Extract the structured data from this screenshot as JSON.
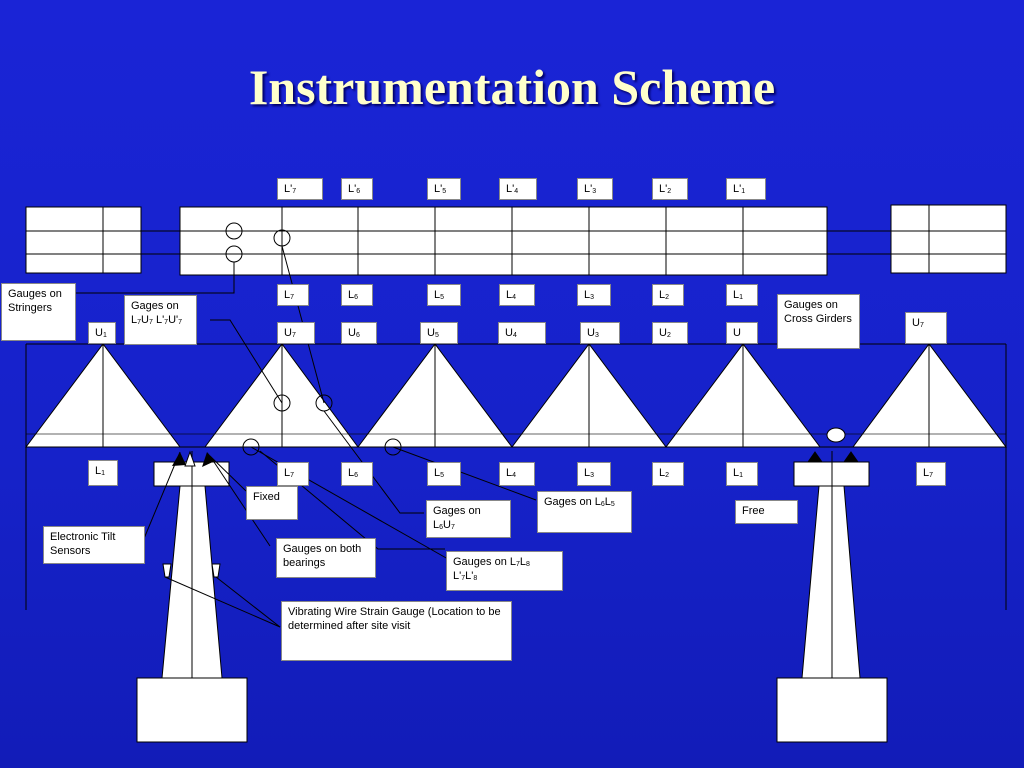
{
  "title": "Instrumentation Scheme",
  "labels": {
    "lp7": {
      "base": "L'",
      "sub": "7"
    },
    "lp6": {
      "base": "L'",
      "sub": "6"
    },
    "lp5": {
      "base": "L'",
      "sub": "5"
    },
    "lp4": {
      "base": "L'",
      "sub": "4"
    },
    "lp3": {
      "base": "L'",
      "sub": "3"
    },
    "lp2": {
      "base": "L'",
      "sub": "2"
    },
    "lp1": {
      "base": "L'",
      "sub": "1"
    },
    "l7": {
      "base": "L",
      "sub": "7"
    },
    "l6": {
      "base": "L",
      "sub": "6"
    },
    "l5": {
      "base": "L",
      "sub": "5"
    },
    "l4": {
      "base": "L",
      "sub": "4"
    },
    "l3": {
      "base": "L",
      "sub": "3"
    },
    "l2": {
      "base": "L",
      "sub": "2"
    },
    "l1": {
      "base": "L",
      "sub": "1"
    },
    "u1": {
      "base": "U",
      "sub": "1"
    },
    "u7": {
      "base": "U",
      "sub": "7"
    },
    "u6": {
      "base": "U",
      "sub": "6"
    },
    "u5": {
      "base": "U",
      "sub": "5"
    },
    "u4": {
      "base": "U",
      "sub": "4"
    },
    "u3": {
      "base": "U",
      "sub": "3"
    },
    "u2": {
      "base": "U",
      "sub": "2"
    },
    "u": {
      "base": "U",
      "sub": ""
    },
    "u7right": {
      "base": "U",
      "sub": "7"
    },
    "bl1": {
      "base": "L",
      "sub": "1"
    },
    "bl7": {
      "base": "L",
      "sub": "7"
    },
    "bl6": {
      "base": "L",
      "sub": "6"
    },
    "bl5": {
      "base": "L",
      "sub": "5"
    },
    "bl4": {
      "base": "L",
      "sub": "4"
    },
    "bl3": {
      "base": "L",
      "sub": "3"
    },
    "bl2": {
      "base": "L",
      "sub": "2"
    },
    "bl1b": {
      "base": "L",
      "sub": "1"
    },
    "bl7right": {
      "base": "L",
      "sub": "7"
    }
  },
  "callouts": {
    "stringers": "Gauges on Stringers",
    "gages_l7u7_a": "Gages on L",
    "gages_l7u7_s1": "7",
    "gages_l7u7_b": "U",
    "gages_l7u7_s2": "7",
    "gages_l7u7_c": "L'",
    "gages_l7u7_s3": "7",
    "gages_l7u7_d": "U'",
    "gages_l7u7_s4": "7",
    "cross_girders": "Gauges on Cross Girders",
    "fixed": "Fixed",
    "free": "Free",
    "tilt": "Electronic Tilt Sensors",
    "bearings": "Gauges on both bearings",
    "l6u7_a": "Gages on L",
    "l6u7_s1": "6",
    "l6u7_b": "U",
    "l6u7_s2": "7",
    "l6l5_a": "Gages on L",
    "l6l5_s1": "6",
    "l6l5_b": "L",
    "l6l5_s2": "5",
    "l7l8_a": "Gauges on L",
    "l7l8_s1": "7",
    "l7l8_b": "L",
    "l7l8_s2": "8",
    "l7l8_c": "L'",
    "l7l8_s3": "7",
    "l7l8_d": "L'",
    "l7l8_s4": "8",
    "strain": "Vibrating Wire Strain Gauge (Location to be determined after site visit"
  }
}
